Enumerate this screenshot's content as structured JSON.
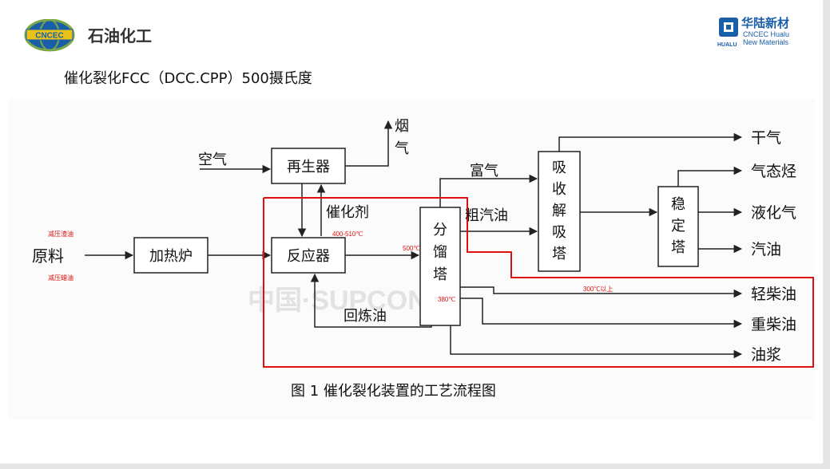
{
  "header": {
    "left_logo": {
      "badge_text": "CNCEC",
      "company_name": "石油化工"
    },
    "right_logo": {
      "name_cn": "华陆新材",
      "name_en_1": "CNCEC Hualu",
      "name_en_2": "New Materials",
      "badge_text": "HUALU"
    }
  },
  "slide_title": "催化裂化FCC（DCC.CPP）500摄氏度",
  "diagram": {
    "caption": "图 1  催化裂化装置的工艺流程图",
    "watermark": "中国·SUPCON",
    "boxes": {
      "heater": "加热炉",
      "reactor": "反应器",
      "regenerator": "再生器",
      "fractionator": [
        "分",
        "馏",
        "塔"
      ],
      "absorber": [
        "吸",
        "收",
        "解",
        "吸",
        "塔"
      ],
      "stabilizer": [
        "稳",
        "定",
        "塔"
      ]
    },
    "labels": {
      "feed": "原料",
      "air": "空气",
      "flue_gas": [
        "烟",
        "气"
      ],
      "catalyst": "催化剂",
      "recycle_oil": "回炼油",
      "rich_gas": "富气",
      "crude_gasoline": "粗汽油",
      "dry_gas": "干气",
      "gaseous_hc": "气态烃",
      "lpg": "液化气",
      "gasoline": "汽油",
      "light_diesel": "轻柴油",
      "heavy_diesel": "重柴油",
      "slurry": "油浆"
    },
    "annotations": {
      "vacuum_residue": "减压渣油",
      "vacuum_distillate": "减压蜡油",
      "reactor_temp": "400-510℃",
      "fractionator_top_temp": "500℃",
      "fractionator_bottom_temp": "380℃",
      "above_300": "300℃以上"
    }
  },
  "colors": {
    "highlight": "#e01010",
    "line": "#222222",
    "logo_blue": "#1a5ea8"
  }
}
